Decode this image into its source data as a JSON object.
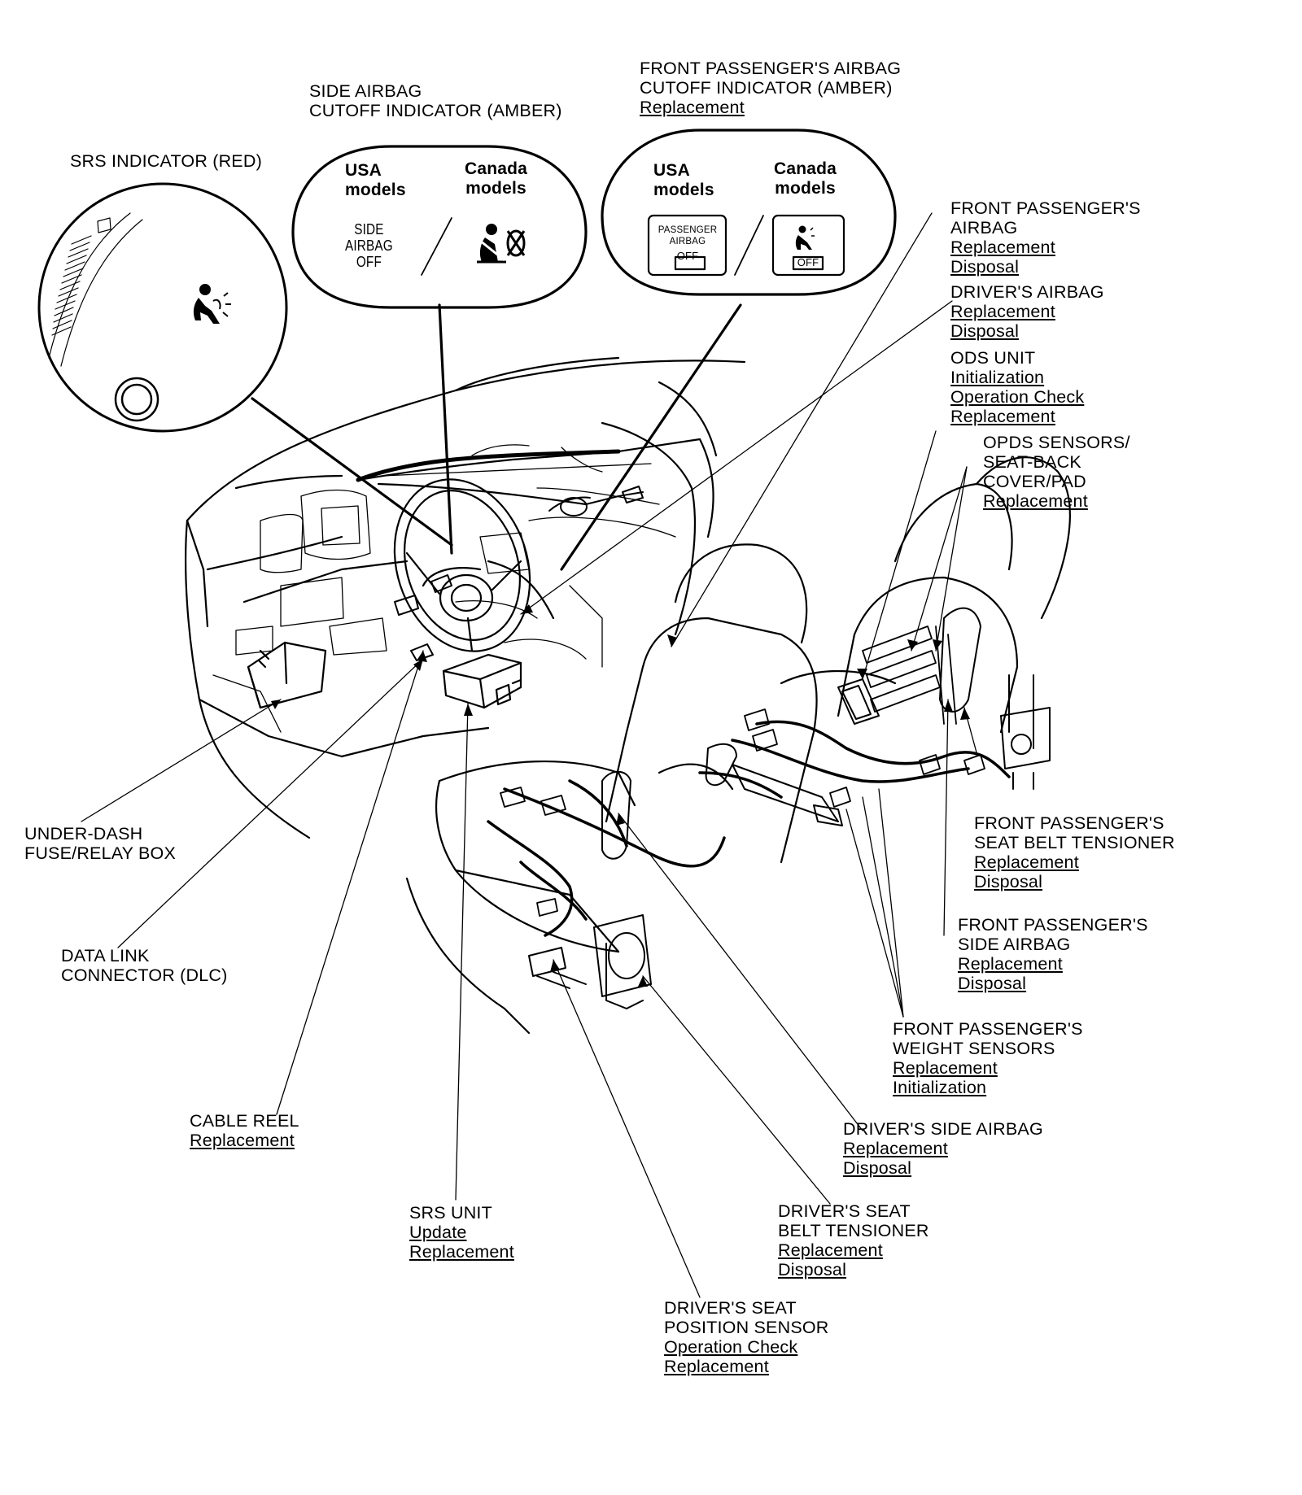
{
  "labels": {
    "srs_indicator": {
      "title": "SRS INDICATOR (RED)"
    },
    "side_airbag_cutoff": {
      "line1": "SIDE AIRBAG",
      "line2": "CUTOFF INDICATOR (AMBER)"
    },
    "front_pass_cutoff": {
      "line1": "FRONT PASSENGER'S AIRBAG",
      "line2": "CUTOFF INDICATOR (AMBER)",
      "link1": "Replacement"
    },
    "front_pass_airbag": {
      "line1": "FRONT PASSENGER'S",
      "line2": "AIRBAG",
      "link1": "Replacement",
      "link2": "Disposal"
    },
    "drivers_airbag": {
      "line1": "DRIVER'S AIRBAG",
      "link1": "Replacement",
      "link2": "Disposal"
    },
    "ods_unit": {
      "line1": "ODS UNIT",
      "link1": "Initialization",
      "link2": "Operation Check",
      "link3": "Replacement"
    },
    "opds_sensors": {
      "line1": "OPDS SENSORS/",
      "line2": "SEAT-BACK",
      "line3": "COVER/PAD",
      "link1": "Replacement"
    },
    "under_dash": {
      "line1": "UNDER-DASH",
      "line2": "FUSE/RELAY BOX"
    },
    "dlc": {
      "line1": "DATA LINK",
      "line2": "CONNECTOR (DLC)"
    },
    "front_pass_tensioner": {
      "line1": "FRONT PASSENGER'S",
      "line2": "SEAT BELT TENSIONER",
      "link1": "Replacement",
      "link2": "Disposal"
    },
    "front_pass_side_airbag": {
      "line1": "FRONT PASSENGER'S",
      "line2": "SIDE AIRBAG",
      "link1": "Replacement",
      "link2": "Disposal"
    },
    "front_pass_weight": {
      "line1": "FRONT PASSENGER'S",
      "line2": "WEIGHT SENSORS",
      "link1": "Replacement",
      "link2": "Initialization"
    },
    "cable_reel": {
      "line1": "CABLE REEL",
      "link1": "Replacement"
    },
    "drivers_side_airbag": {
      "line1": "DRIVER'S SIDE AIRBAG",
      "link1": "Replacement",
      "link2": "Disposal"
    },
    "srs_unit": {
      "line1": "SRS UNIT",
      "link1": "Update",
      "link2": "Replacement"
    },
    "drivers_tensioner": {
      "line1": "DRIVER'S SEAT",
      "line2": "BELT TENSIONER",
      "link1": "Replacement",
      "link2": "Disposal"
    },
    "drivers_position": {
      "line1": "DRIVER'S SEAT",
      "line2": "POSITION SENSOR",
      "link1": "Operation Check",
      "link2": "Replacement"
    }
  },
  "callouts": {
    "side_airbag_box": {
      "usa": [
        "USA",
        "models"
      ],
      "canada": [
        "Canada",
        "models"
      ],
      "indicator": [
        "SIDE",
        "AIRBAG",
        "OFF"
      ]
    },
    "passenger_box": {
      "usa": [
        "USA",
        "models"
      ],
      "canada": [
        "Canada",
        "models"
      ],
      "usa_panel": [
        "PASSENGER",
        "AIRBAG",
        "OFF"
      ],
      "canada_panel": "OFF"
    }
  },
  "icons": {
    "srs": "airbag-person-icon",
    "seatbelt_off": "seatbelt-crossed-icon",
    "passenger_child": "passenger-airbag-icon"
  }
}
